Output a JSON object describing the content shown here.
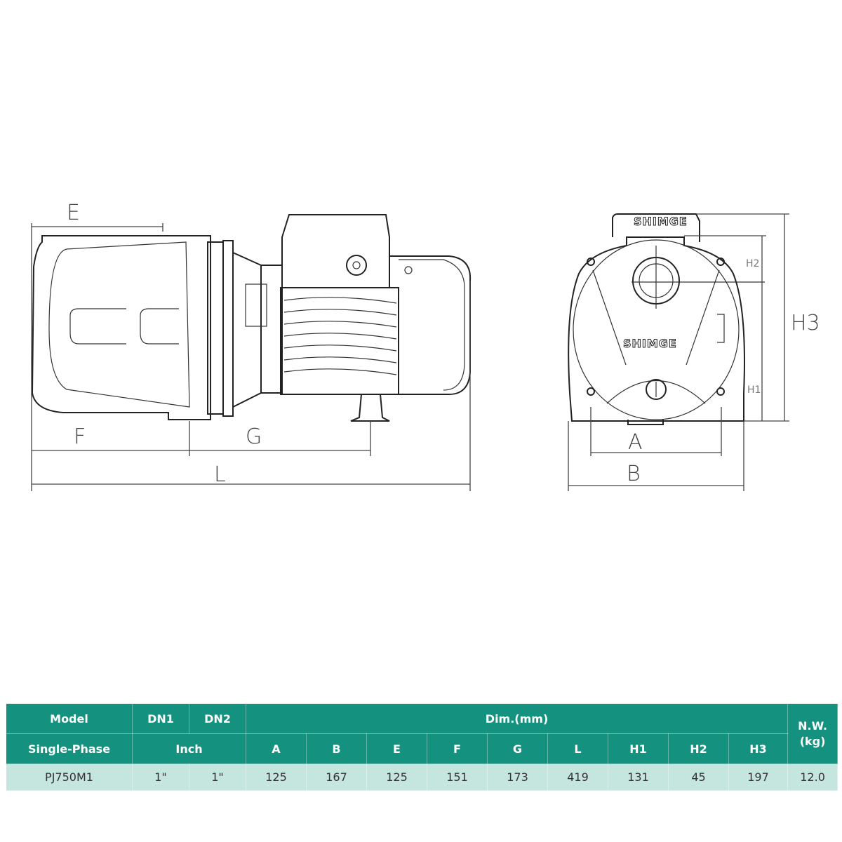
{
  "drawing": {
    "side_labels": {
      "E": "E",
      "F": "F",
      "G": "G",
      "L": "L"
    },
    "front_labels": {
      "A": "A",
      "B": "B",
      "H1": "H1",
      "H2": "H2",
      "H3": "H3"
    },
    "logo": "SHIMGE"
  },
  "table": {
    "header_row1": {
      "model": "Model",
      "dn1": "DN1",
      "dn2": "DN2",
      "dim": "Dim.(mm)",
      "nw": "N.W.\n(kg)"
    },
    "header_row2": {
      "phase": "Single-Phase",
      "inch": "Inch",
      "cols": [
        "A",
        "B",
        "E",
        "F",
        "G",
        "L",
        "H1",
        "H2",
        "H3"
      ]
    },
    "rows": [
      {
        "model": "PJ750M1",
        "dn1": "1\"",
        "dn2": "1\"",
        "values": [
          "125",
          "167",
          "125",
          "151",
          "173",
          "419",
          "131",
          "45",
          "197"
        ],
        "nw": "12.0"
      }
    ],
    "colors": {
      "header": "#14917f",
      "row": "#c4e6df"
    }
  }
}
